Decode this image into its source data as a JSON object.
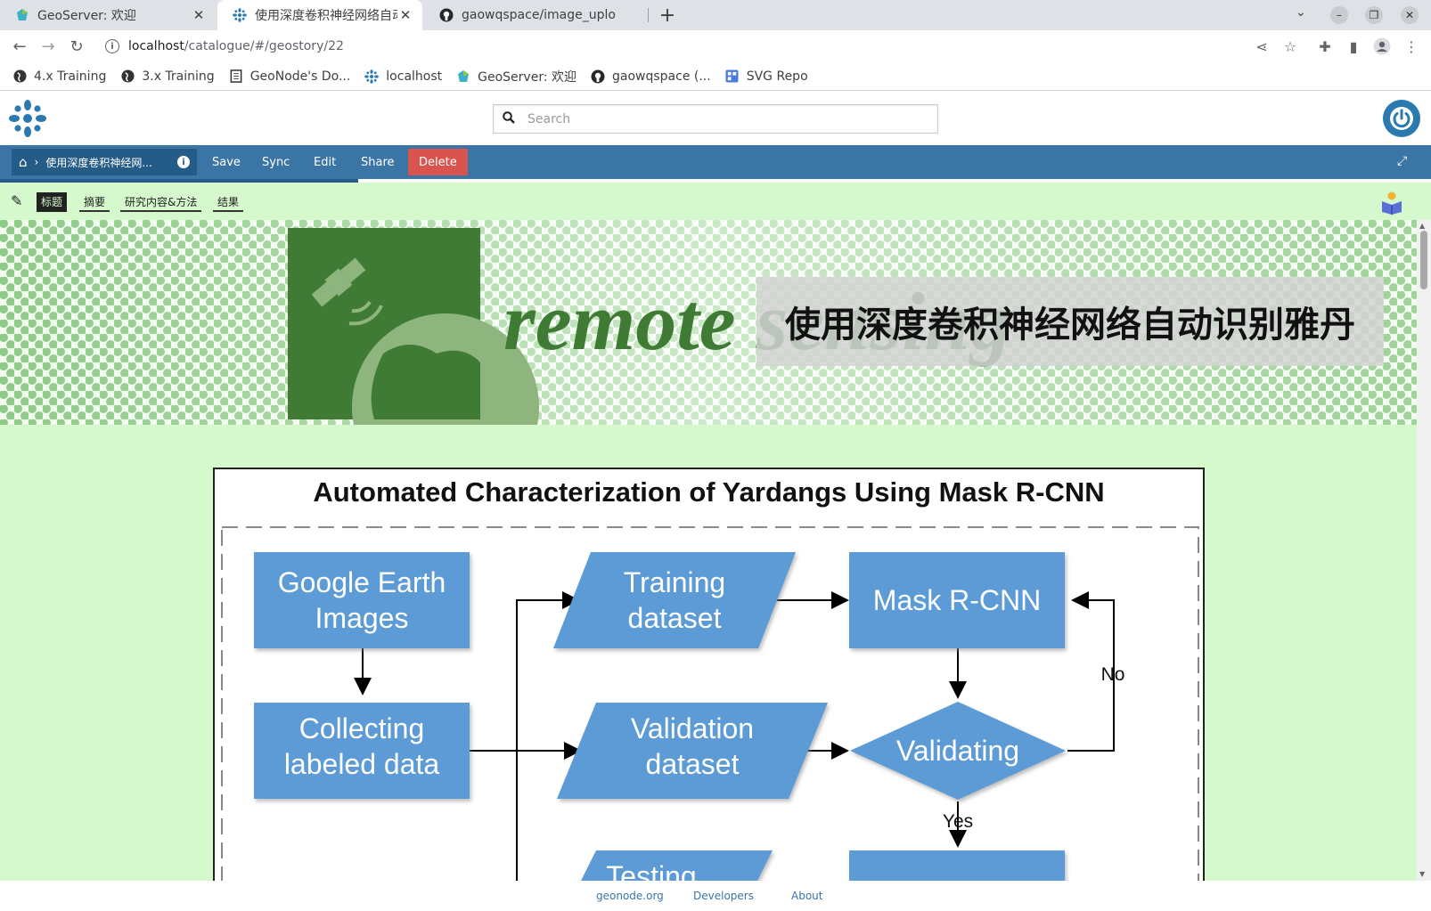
{
  "browser": {
    "tabs": [
      {
        "title": "GeoServer: 欢迎",
        "icon": "geoserver-icon"
      },
      {
        "title": "使用深度卷积神经网络自动",
        "icon": "geonode-icon",
        "active": true
      },
      {
        "title": "gaowqspace/image_uplo",
        "icon": "github-icon"
      }
    ],
    "url_host": "localhost",
    "url_path": "/catalogue/#/geostory/22",
    "bookmarks": [
      {
        "label": "4.x Training",
        "icon": "globe-icon"
      },
      {
        "label": "3.x Training",
        "icon": "globe-icon"
      },
      {
        "label": "GeoNode's Do...",
        "icon": "doc-icon"
      },
      {
        "label": "localhost",
        "icon": "geonode-icon"
      },
      {
        "label": "GeoServer: 欢迎",
        "icon": "geoserver-icon"
      },
      {
        "label": "gaowqspace (...",
        "icon": "github-icon"
      },
      {
        "label": "SVG Repo",
        "icon": "svgrepo-icon"
      }
    ]
  },
  "header": {
    "search_placeholder": "Search"
  },
  "actionbar": {
    "breadcrumb_title": "使用深度卷积神经网...",
    "save": "Save",
    "sync": "Sync",
    "edit": "Edit",
    "share": "Share",
    "delete": "Delete"
  },
  "storynav": {
    "items": [
      "标题",
      "摘要",
      "研究内容&方法",
      "结果"
    ]
  },
  "hero": {
    "banner_text": "remote sensing",
    "title": "使用深度卷积神经网络自动识别雅丹"
  },
  "figure": {
    "title": "Automated Characterization of Yardangs Using Mask R-CNN",
    "nodes": {
      "google_earth": [
        "Google Earth",
        "Images"
      ],
      "collecting": [
        "Collecting",
        "labeled data"
      ],
      "training": [
        "Training",
        "dataset"
      ],
      "validation": [
        "Validation",
        "dataset"
      ],
      "testing": "Testing",
      "mask_rcnn": "Mask R-CNN",
      "validating": "Validating"
    },
    "edge_no": "No",
    "edge_yes": "Yes"
  },
  "footer": {
    "links": [
      "geonode.org",
      "Developers",
      "About"
    ]
  },
  "colors": {
    "accent": "#3a75a6",
    "story_bg": "#d5f9cd",
    "node_fill": "#5b9bd5",
    "delete": "#d9534f"
  }
}
